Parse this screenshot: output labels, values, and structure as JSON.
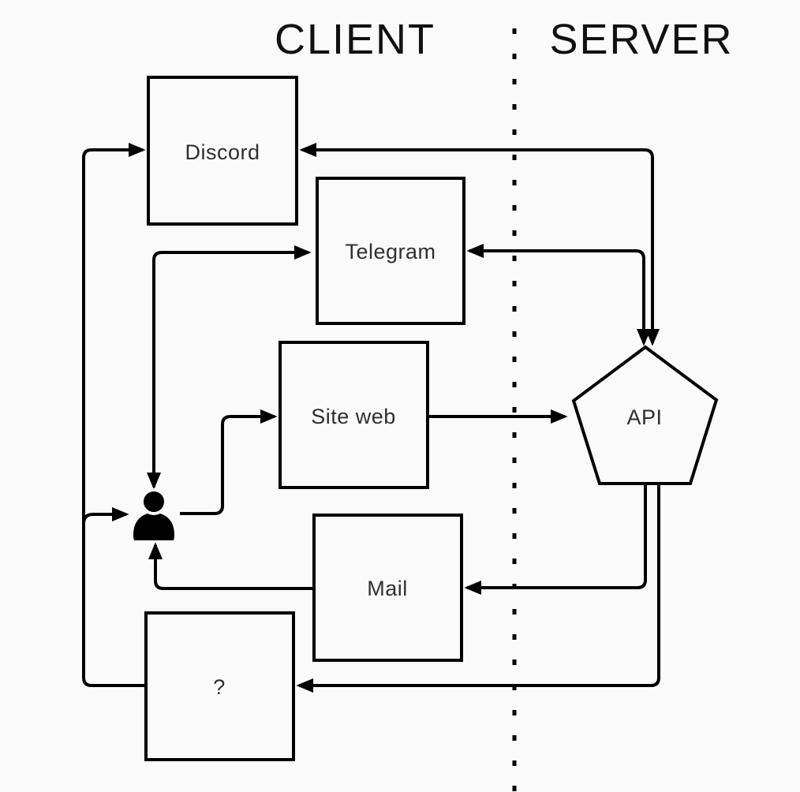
{
  "diagram": {
    "background": "#fafafa",
    "line_color": "#000000",
    "title_color": "#111111",
    "label_color": "#2f2f2f",
    "titles": {
      "client": "CLIENT",
      "server": "SERVER"
    },
    "nodes": {
      "discord": {
        "label": "Discord",
        "shape": "square",
        "zone": "client"
      },
      "telegram": {
        "label": "Telegram",
        "shape": "square",
        "zone": "client"
      },
      "site_web": {
        "label": "Site web",
        "shape": "square",
        "zone": "client"
      },
      "mail": {
        "label": "Mail",
        "shape": "square",
        "zone": "client"
      },
      "unknown": {
        "label": "?",
        "shape": "square",
        "zone": "client"
      },
      "api": {
        "label": "API",
        "shape": "pentagon",
        "zone": "server"
      },
      "user": {
        "icon": "user-icon",
        "shape": "person",
        "zone": "client"
      }
    },
    "edges": [
      {
        "from": "unknown",
        "to": "discord",
        "arrows": "end"
      },
      {
        "from": "unknown",
        "to": "user",
        "arrows": "end"
      },
      {
        "from": "user",
        "to": "telegram",
        "arrows": "both"
      },
      {
        "from": "user",
        "to": "site_web",
        "arrows": "end"
      },
      {
        "from": "site_web",
        "to": "api",
        "arrows": "end"
      },
      {
        "from": "api",
        "to": "discord",
        "arrows": "both"
      },
      {
        "from": "api",
        "to": "telegram",
        "arrows": "both"
      },
      {
        "from": "api",
        "to": "mail",
        "arrows": "end"
      },
      {
        "from": "api",
        "to": "unknown",
        "arrows": "end"
      },
      {
        "from": "mail",
        "to": "user",
        "arrows": "end"
      }
    ]
  }
}
